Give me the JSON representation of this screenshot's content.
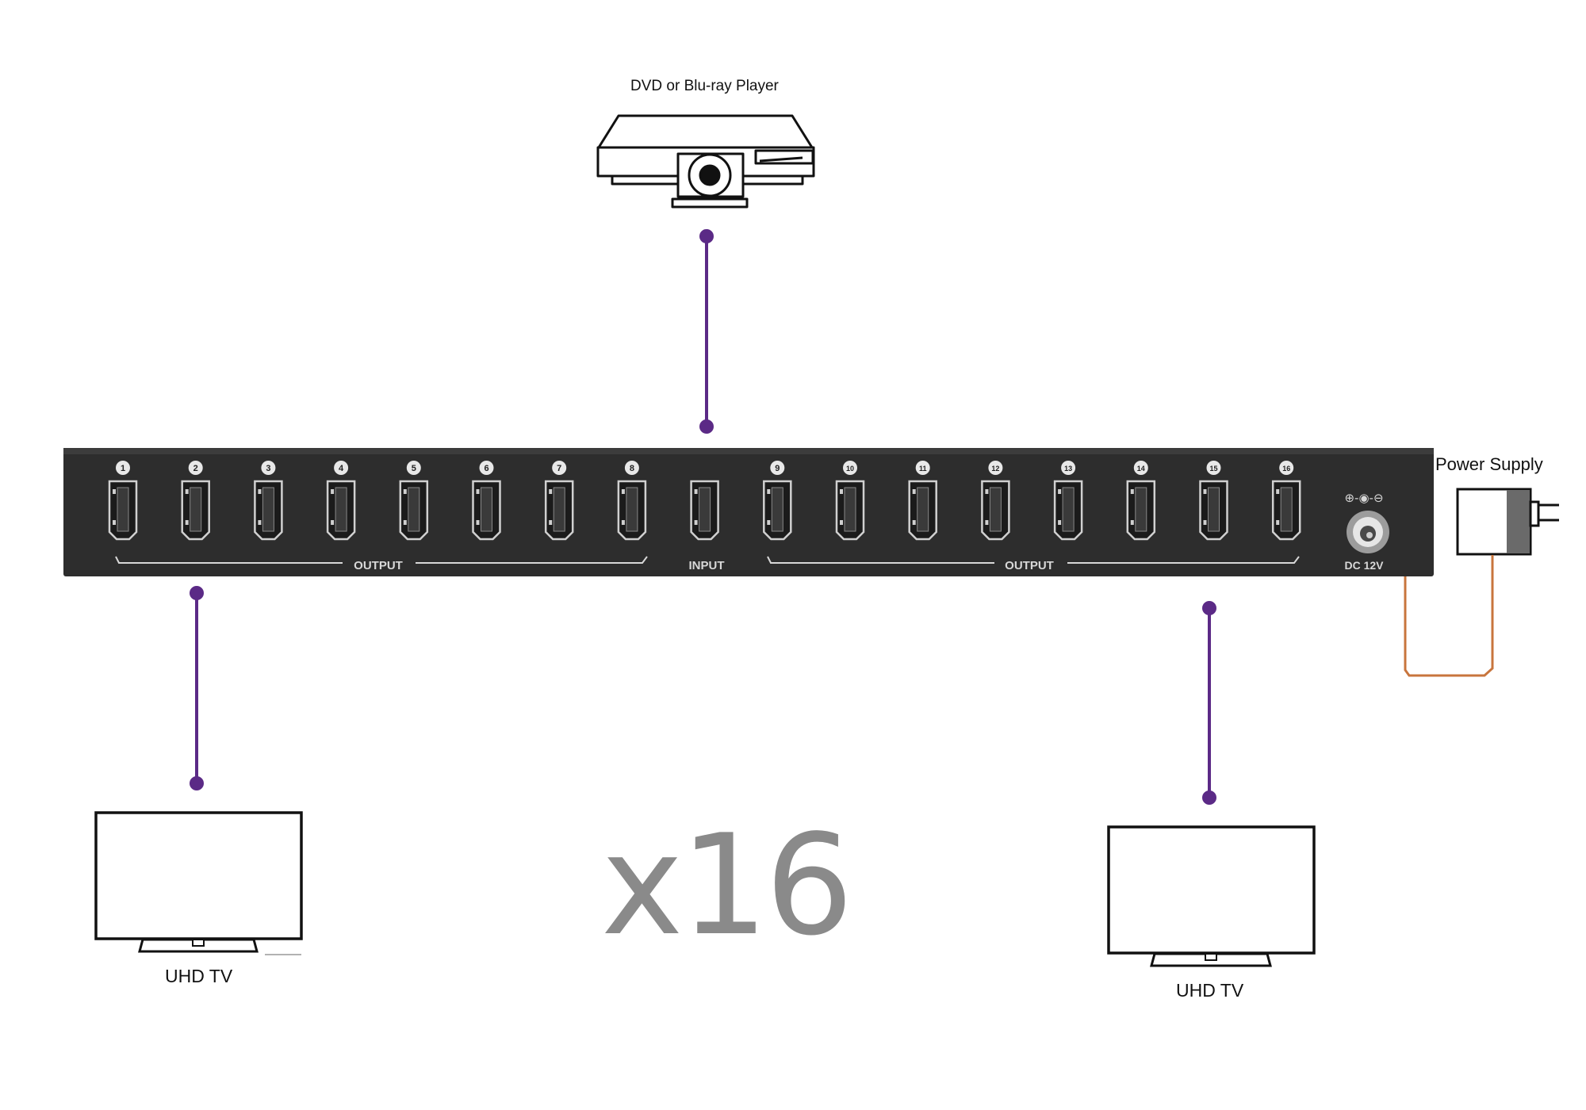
{
  "source_device": {
    "label": "DVD or Blu-ray Player"
  },
  "power_supply": {
    "label": "Power Supply"
  },
  "splitter": {
    "output_ports": [
      "1",
      "2",
      "3",
      "4",
      "5",
      "6",
      "7",
      "8",
      "9",
      "10",
      "11",
      "12",
      "13",
      "14",
      "15",
      "16"
    ],
    "group_labels": {
      "output_left": "OUTPUT",
      "input": "INPUT",
      "output_right": "OUTPUT"
    },
    "dc_label": "DC 12V",
    "polarity_symbol": "⊕-◉-⊖"
  },
  "displays": [
    {
      "label": "UHD TV"
    },
    {
      "label": "UHD TV"
    }
  ],
  "multiplier": "x16",
  "colors": {
    "hdmi_cable": "#5b2a86",
    "power_cable": "#c8753d",
    "panel": "#2d2d2d",
    "multiplier_text": "#8a8a8a"
  },
  "icons": [
    "dvd-player-icon",
    "hdmi-port-icon",
    "dc-jack-icon",
    "power-adapter-icon",
    "tv-icon"
  ]
}
